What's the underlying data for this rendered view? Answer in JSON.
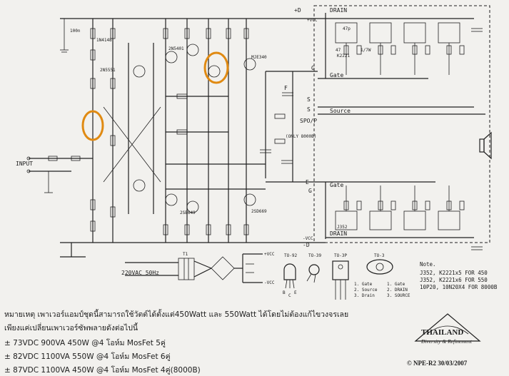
{
  "schematic": {
    "labels": {
      "drain_top": "DRAIN",
      "drain_bottom": "DRAIN",
      "plus_d": "+D",
      "vcc_top": "+VCC",
      "vcc_bottom": "-VCC",
      "minus_d": "-D",
      "gate_top": "Gate",
      "gate_bottom": "Gate",
      "source": "Source",
      "g_top": "G",
      "g_bottom": "G",
      "s_top": "S",
      "s_bottom": "S",
      "spo": "SPO/P",
      "e": "E",
      "input": "INPUT",
      "only": "(ONLY 8000B)",
      "f": "F",
      "ac": "220VAC 50Hz",
      "t1": "T1",
      "to92": "TO-92",
      "to39": "TO-39",
      "to3p": "TO-3P",
      "to3": "TO-3",
      "vcc_out1": "+VCC",
      "vcc_out2": "-VCC",
      "b1": "B",
      "b2": "C",
      "e2": "E",
      "k2221": "K2221",
      "j352": "J352",
      "r47": "47",
      "r1w": "1/7W",
      "tr_2n5551": "2N5551",
      "tr_2n5401": "2N5401",
      "tr_mje": "MJE340",
      "tr_2sd": "2SD669",
      "tr_2sb": "2SB649",
      "d1n4148": "1N4148",
      "pin_gate": "1. Gate",
      "pin_source": "2. Source",
      "pin_drain": "3. Drain",
      "pin_gate2": "1. Gate",
      "pin_drain2": "2. DRAIN",
      "pin_source2": "3. SOURCE",
      "cap100": "100n",
      "cap47": "47p"
    },
    "note_title": "Note.",
    "note_lines": [
      "J352, K2221x5 FOR 450",
      "J352, K2221x6 FOR 550",
      "10P20, 10N20X4 FOR 8000B"
    ]
  },
  "footer": {
    "line1": "หมายเหตุ เพาเวอร์แอมป์ชุดนี้สามารถใช้วัตต์ได้ตั้งแต่450Watt และ 550Watt ได้โดยไม่ต้องแก้ไขวงจรเลย",
    "line2": "เพียงแค่เปลี่ยนเพาเวอร์ซัพพลายดังต่อไปนี้",
    "line3": "± 73VDC  900VA  450W @4 โอห์ม MosFet 5คู่",
    "line4": "± 82VDC  1100VA  550W @4 โอห์ม MosFet 6คู่",
    "line5": "± 87VDC  1100VA  450W @4 โอห์ม MosFet 4คู่(8000B)"
  },
  "logo": {
    "name": "THAILAND",
    "tagline": "Diversity & Refinement"
  },
  "copyright": {
    "symbol": "©",
    "text": "NPE-R2 30/03/2007"
  },
  "colors": {
    "background": "#f2f1ee",
    "ink": "#1c1c1c",
    "highlight_circle": "#e08a12"
  }
}
